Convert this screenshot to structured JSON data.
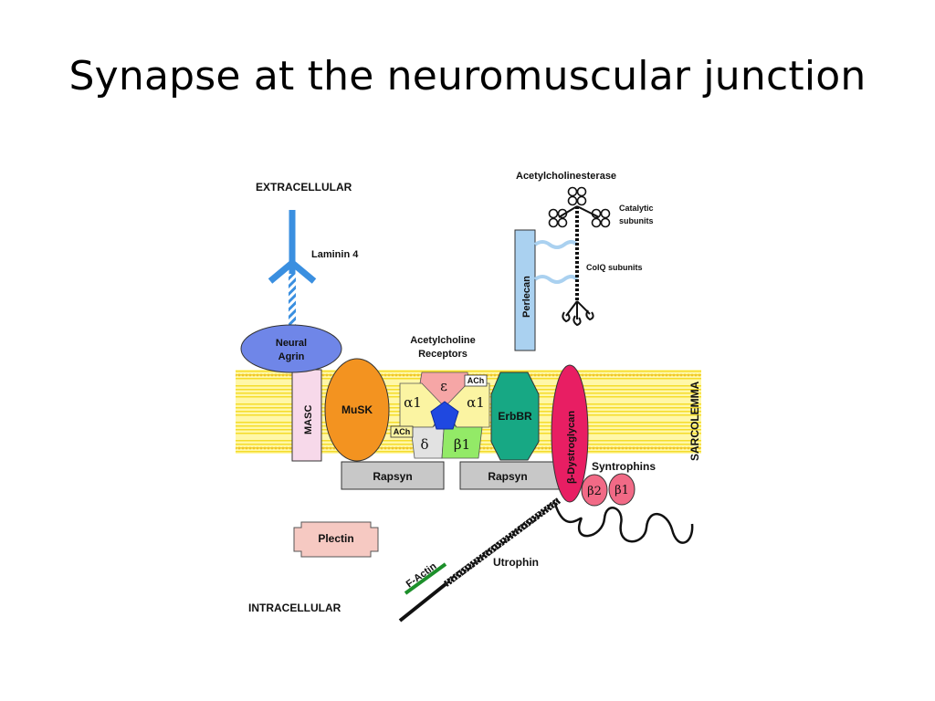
{
  "slide": {
    "title": "Synapse at the neuromuscular junction"
  },
  "diagram": {
    "regions": {
      "extracellular": "EXTRACELLULAR",
      "intracellular": "INTRACELLULAR",
      "sarcolemma": "SARCOLEMMA"
    },
    "labels": {
      "acetylcholinesterase": "Acetylcholinesterase",
      "catalytic_1": "Catalytic",
      "catalytic_2": "subunits",
      "colq": "ColQ subunits",
      "laminin": "Laminin 4",
      "perlecan": "Perlecan",
      "neural_agrin_1": "Neural",
      "neural_agrin_2": "Agrin",
      "achr_1": "Acetylcholine",
      "achr_2": "Receptors",
      "masc": "MASC",
      "musk": "MuSK",
      "erbbr": "ErbBR",
      "dystroglycan": "β-Dystroglycan",
      "rapsyn_left": "Rapsyn",
      "rapsyn_right": "Rapsyn",
      "syntrophins": "Syntrophins",
      "syntrophin_b2": "β2",
      "syntrophin_b1": "β1",
      "plectin": "Plectin",
      "f_actin": "F-Actin",
      "utrophin": "Utrophin"
    },
    "receptor_subunits": {
      "epsilon": "ε",
      "alpha_left": "α1",
      "alpha_right": "α1",
      "delta": "δ",
      "beta": "β1",
      "ach_top": "ACh",
      "ach_left": "ACh"
    },
    "colors": {
      "membrane": "#fff24a",
      "laminin": "#3a8fe0",
      "neural_agrin": "#6f86e8",
      "masc": "#f7d9ea",
      "musk": "#f39320",
      "perlecan": "#aad1f0",
      "erbbr": "#17a884",
      "dystroglycan": "#e81e63",
      "rapsyn": "#c8c8c8",
      "plectin": "#f6c9c2",
      "syntrophin": "#f16a86",
      "receptor_epsilon": "#f6a6a6",
      "receptor_alpha": "#fbf4a2",
      "receptor_delta": "#e2e2e2",
      "receptor_beta": "#93ea67",
      "receptor_core": "#1f48e0",
      "f_actin": "#1c8f2a"
    }
  }
}
